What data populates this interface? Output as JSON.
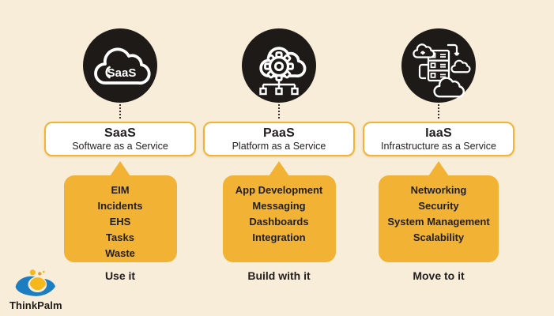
{
  "colors": {
    "background": "#F8EDD8",
    "panel_yellow": "#F2B233",
    "title_box_border": "#F2B437",
    "title_box_bg": "#FFFFFF",
    "circle_bg": "#1D1A17",
    "icon_stroke": "#FFFFFF",
    "text_dark": "#231F20",
    "logo_blue": "#1C7DC0",
    "logo_light_blue": "#2BA9E0",
    "logo_yellow": "#F5B81C",
    "logo_orange": "#E8992D"
  },
  "columns": [
    {
      "id": "saas",
      "icon": "saas-cloud-icon",
      "icon_text": "SaaS",
      "title": "SaaS",
      "subtitle": "Software as a Service",
      "items": [
        "EIM",
        "Incidents",
        "EHS",
        "Tasks",
        "Waste"
      ],
      "action": "Use it"
    },
    {
      "id": "paas",
      "icon": "paas-cloud-gear-icon",
      "title": "PaaS",
      "subtitle": "Platform as a Service",
      "items": [
        "App Development",
        "Messaging",
        "Dashboards",
        "Integration"
      ],
      "action": "Build with it"
    },
    {
      "id": "iaas",
      "icon": "iaas-cloud-server-icon",
      "title": "IaaS",
      "subtitle": "Infrastructure as a Service",
      "items": [
        "Networking",
        "Security",
        "System Management",
        "Scalability"
      ],
      "action": "Move to it"
    }
  ],
  "logo": {
    "brand": "ThinkPalm"
  }
}
